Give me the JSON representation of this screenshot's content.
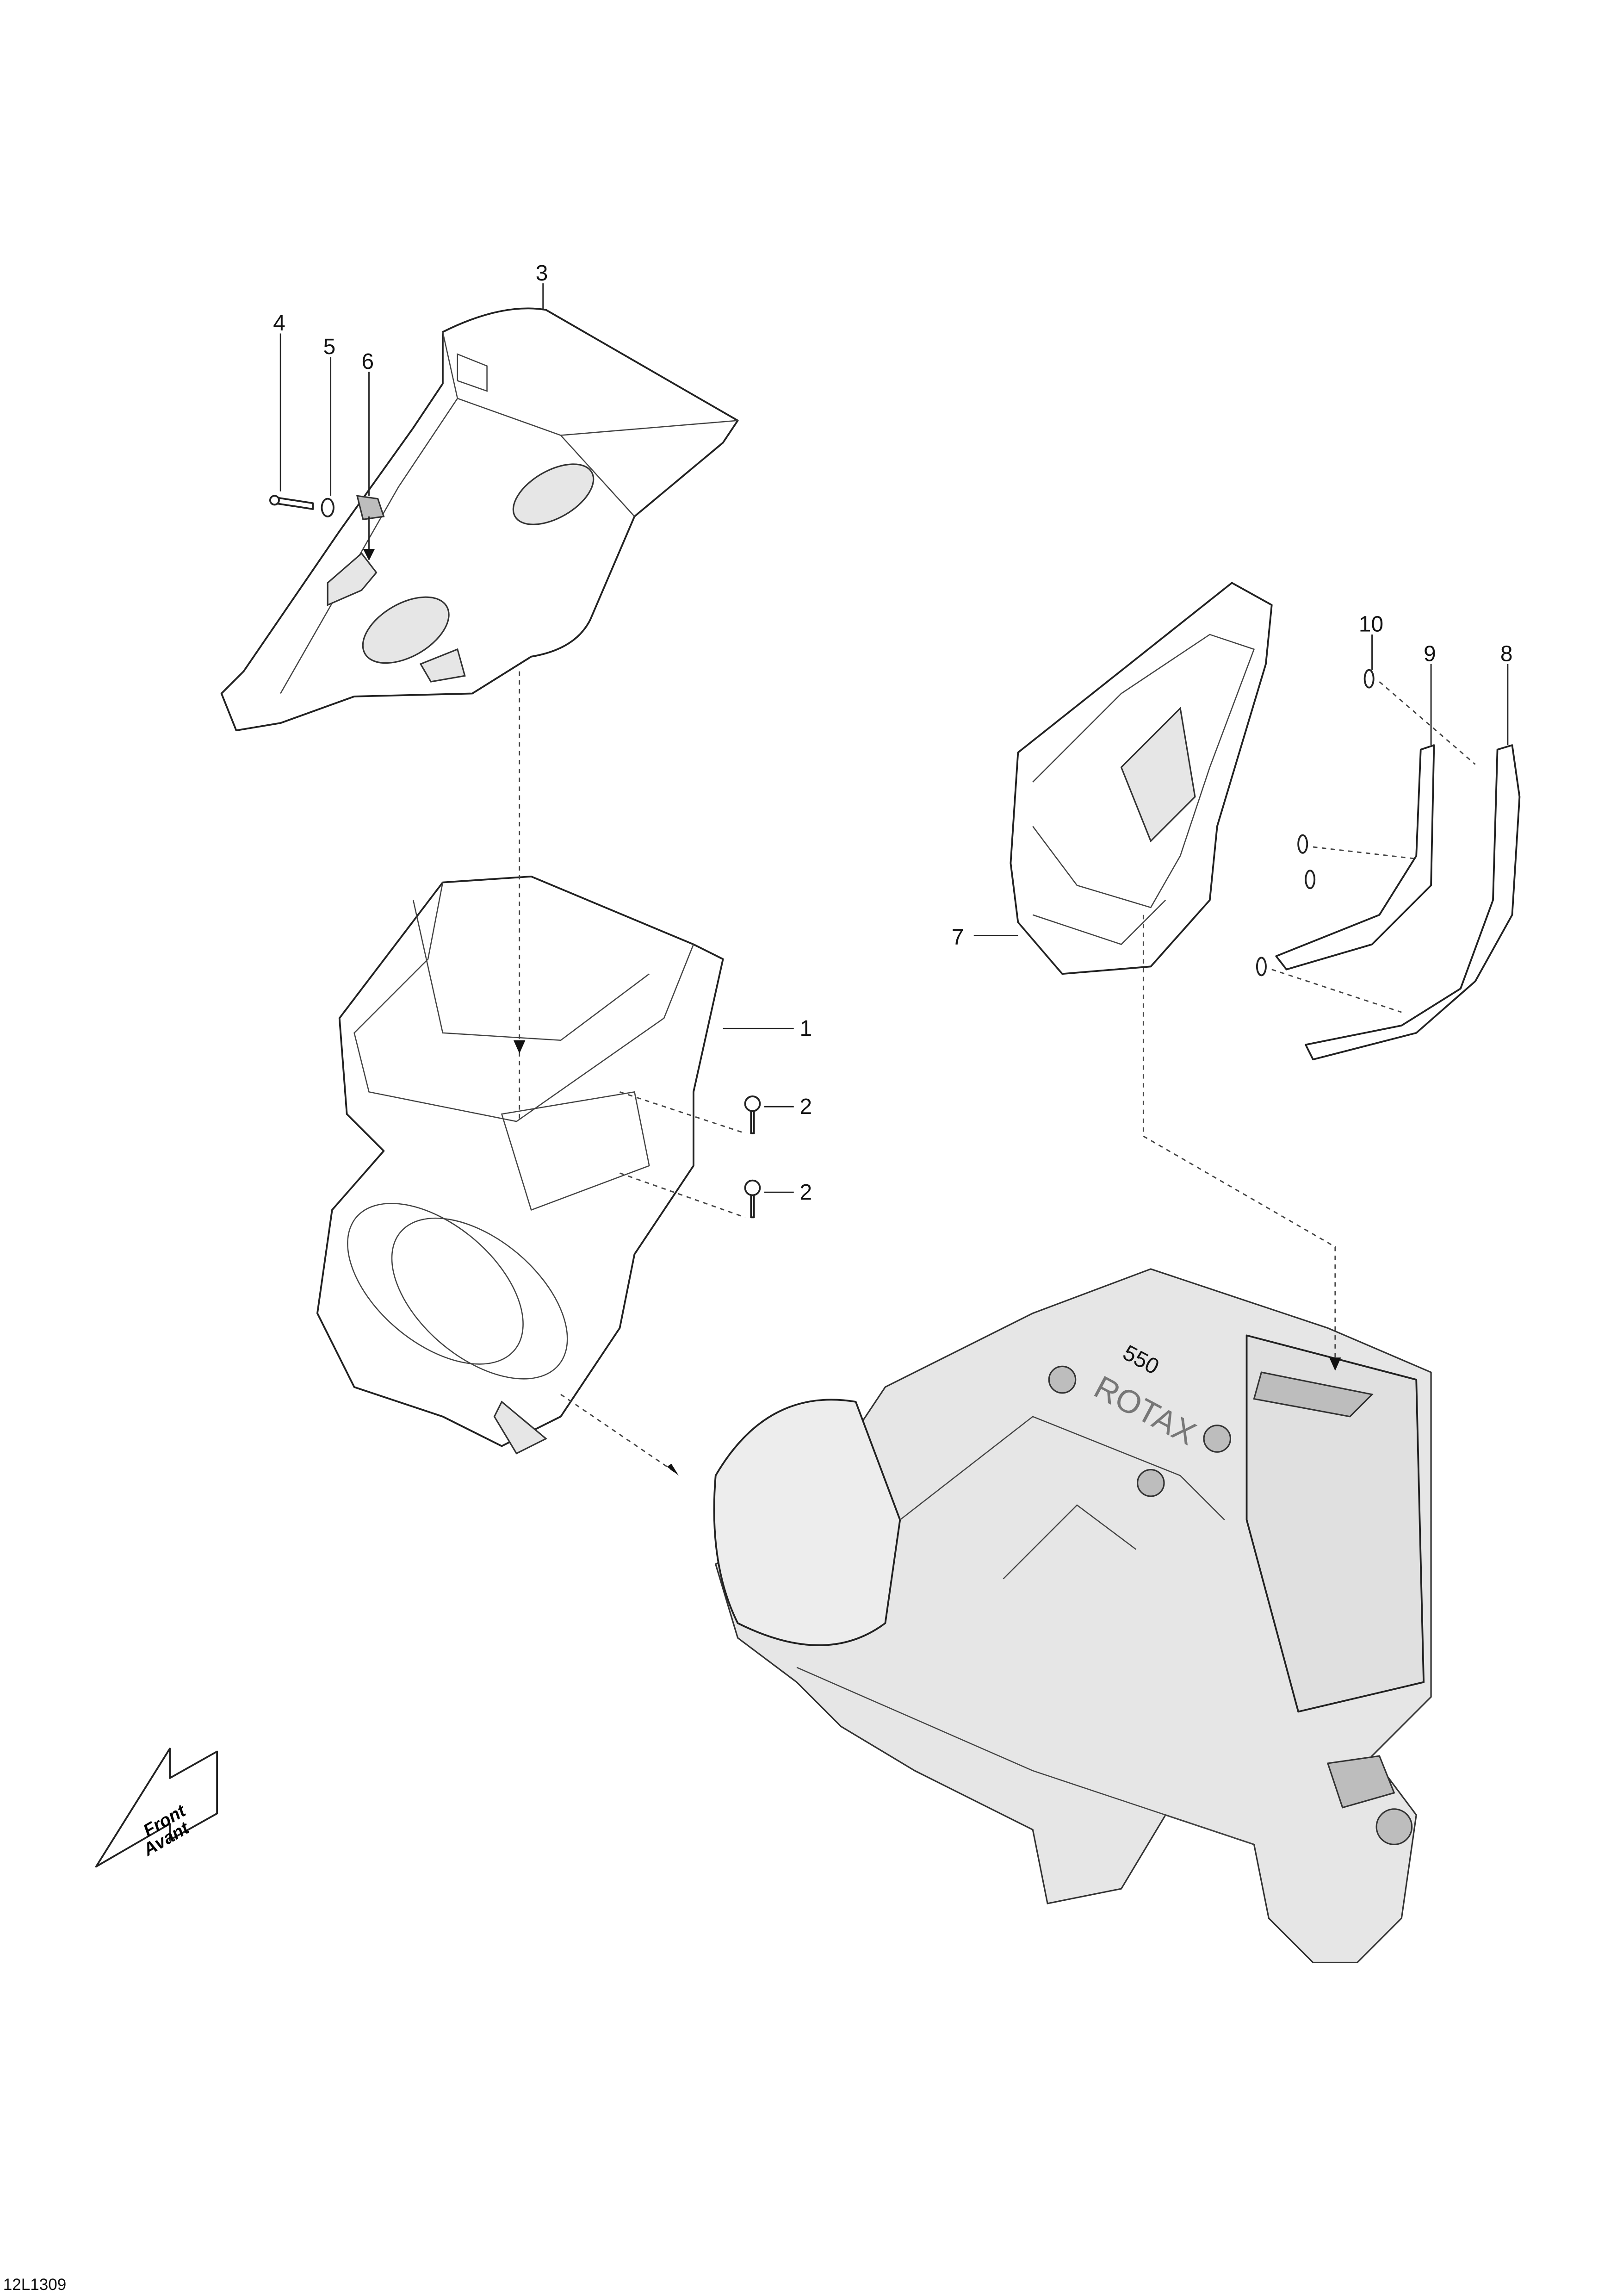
{
  "diagram": {
    "callouts": [
      {
        "id": "c3",
        "label": "3"
      },
      {
        "id": "c4",
        "label": "4"
      },
      {
        "id": "c5",
        "label": "5"
      },
      {
        "id": "c6",
        "label": "6"
      },
      {
        "id": "c10",
        "label": "10"
      },
      {
        "id": "c9",
        "label": "9"
      },
      {
        "id": "c8",
        "label": "8"
      },
      {
        "id": "c7",
        "label": "7"
      },
      {
        "id": "c1",
        "label": "1"
      },
      {
        "id": "c2a",
        "label": "2"
      },
      {
        "id": "c2b",
        "label": "2"
      }
    ],
    "engine_cover_text": [
      "550",
      "ROTAX"
    ],
    "direction_arrow": {
      "line1": "Front",
      "line2": "Avant"
    },
    "figure_code": "12L1309"
  }
}
